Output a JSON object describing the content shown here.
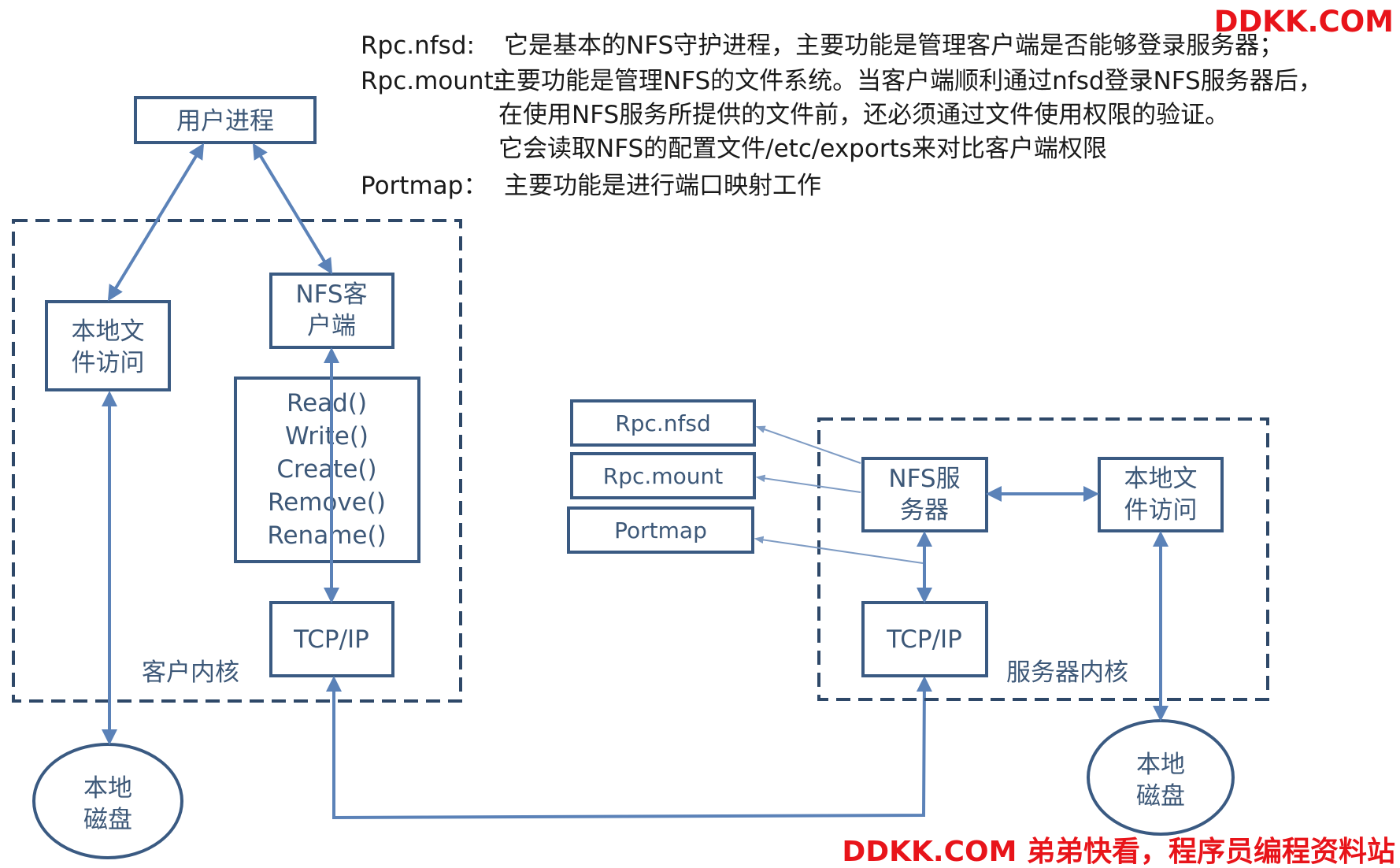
{
  "watermark": {
    "top": "DDKK.COM",
    "bottom": "DDKK.COM 弟弟快看，程序员编程资料站"
  },
  "descriptions": [
    {
      "term": "Rpc.nfsd:",
      "lines": [
        "它是基本的NFS守护进程，主要功能是管理客户端是否能够登录服务器；"
      ]
    },
    {
      "term": "Rpc.mount:",
      "lines": [
        "主要功能是管理NFS的文件系统。当客户端顺利通过nfsd登录NFS服务器后，",
        "在使用NFS服务所提供的文件前，还必须通过文件使用权限的验证。",
        "它会读取NFS的配置文件/etc/exports来对比客户端权限"
      ]
    },
    {
      "term": "Portmap：",
      "lines": [
        "主要功能是进行端口映射工作"
      ]
    }
  ],
  "client": {
    "user_process": "用户进程",
    "local_file_access": [
      "本地文",
      "件访问"
    ],
    "nfs_client": [
      "NFS客",
      "户端"
    ],
    "ops": [
      "Read()",
      "Write()",
      "Create()",
      "Remove()",
      "Rename()"
    ],
    "tcpip": "TCP/IP",
    "kernel_label": "客户内核",
    "disk": [
      "本地",
      "磁盘"
    ]
  },
  "server": {
    "rpc_nfsd": "Rpc.nfsd",
    "rpc_mount": "Rpc.mount",
    "portmap": "Portmap",
    "nfs_server": [
      "NFS服",
      "务器"
    ],
    "local_file_access": [
      "本地文",
      "件访问"
    ],
    "tcpip": "TCP/IP",
    "kernel_label": "服务器内核",
    "disk": [
      "本地",
      "磁盘"
    ]
  },
  "colors": {
    "box_border": "#3a5a82",
    "arrow": "#5b82b8",
    "dashed": "#2e4868",
    "watermark": "#e8141a"
  }
}
